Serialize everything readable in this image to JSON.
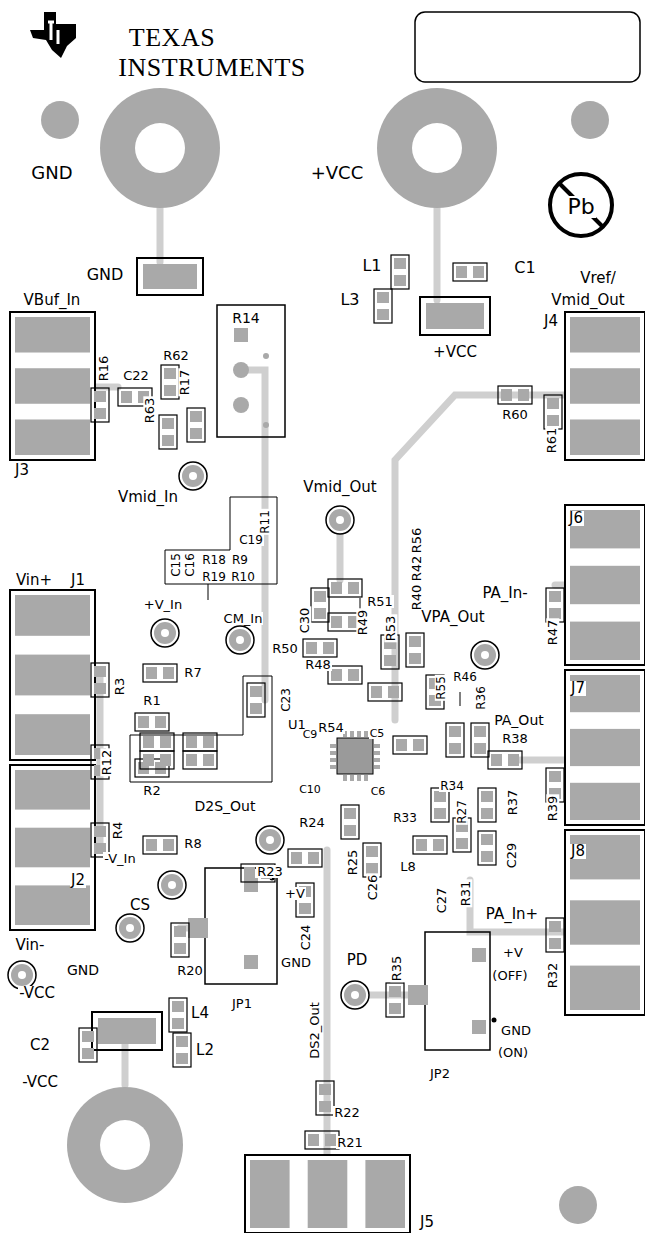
{
  "diagram": {
    "labels": [
      "TEXAS",
      "INSTRUMENTS",
      "Pb",
      "GND",
      "+VCC",
      "GND",
      "L1",
      "C1",
      "L3",
      "+VCC",
      "Vref/",
      "Vmid_Out",
      "VBuf_In",
      "R14",
      "J4",
      "R62",
      "R16",
      "C22",
      "R17",
      "R63",
      "R60",
      "R61",
      "J3",
      "Vmid_In",
      "Vmid_Out",
      "J6",
      "R11",
      "C19",
      "C15",
      "C16",
      "R18",
      "R9",
      "R19",
      "R10",
      "R56",
      "R42",
      "R40",
      "R51",
      "C30",
      "R49",
      "R53",
      "PA_In-",
      "R47",
      "Vin+",
      "J1",
      "+V_In",
      "CM_In",
      "VPA_Out",
      "R50",
      "R48",
      "R3",
      "R7",
      "R1",
      "C23",
      "R55",
      "R46",
      "R36",
      "U1",
      "R54",
      "PA_Out",
      "J7",
      "C9",
      "C5",
      "R38",
      "R12",
      "C10",
      "C6",
      "R34",
      "R2",
      "R33",
      "R27",
      "R37",
      "R4",
      "D2S_Out",
      "R24",
      "R39",
      "R8",
      "J8",
      "R25",
      "L8",
      "C29",
      "R23",
      "-V_In",
      "+V",
      "C26",
      "C27",
      "R31",
      "PA_In+",
      "C24",
      "CS",
      "J2",
      "Vin-",
      "GND",
      "R20",
      "GND",
      "PD",
      "R35",
      "+V",
      "(OFF)",
      "R32",
      "-VCC",
      "JP1",
      "L4",
      "GND",
      "(ON)",
      "C2",
      "L2",
      "DS2_Out",
      "JP2",
      "-VCC",
      "R22",
      "R21",
      "J5"
    ]
  }
}
